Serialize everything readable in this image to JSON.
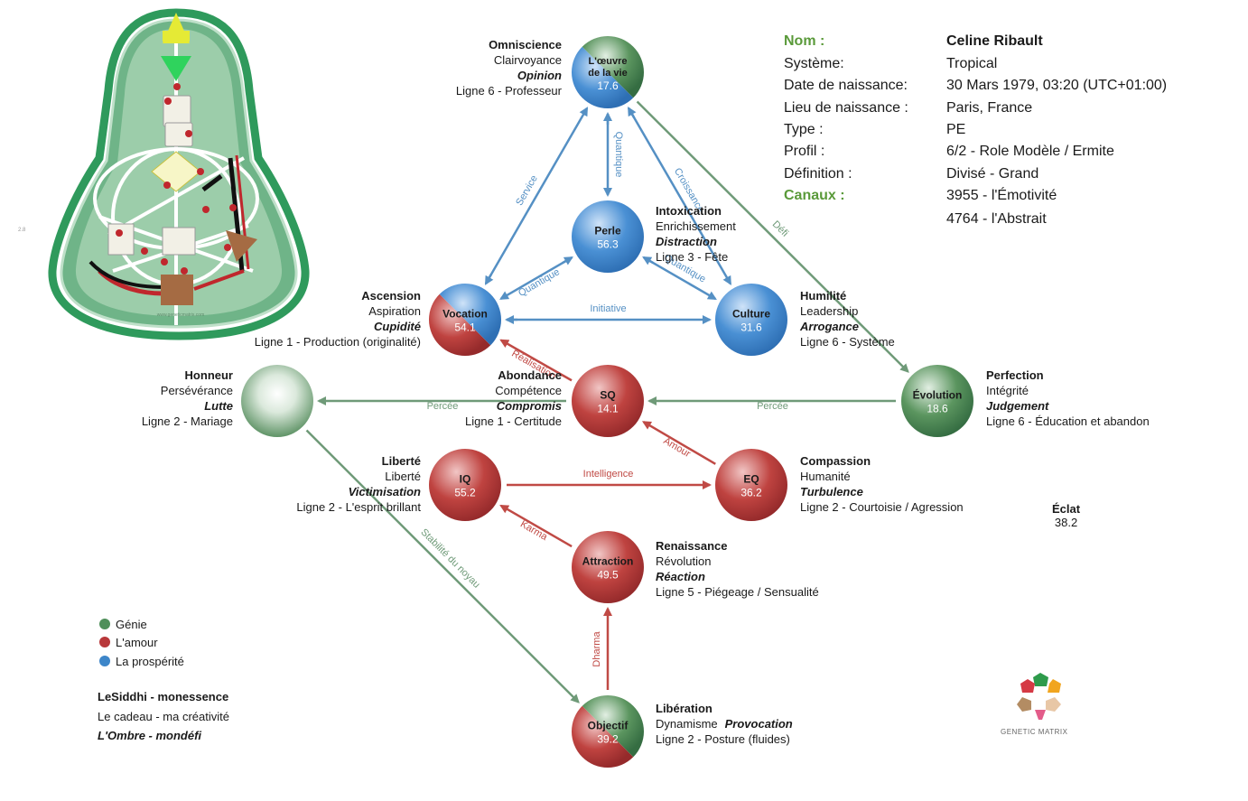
{
  "colors": {
    "genie": "#4f8f5a",
    "amour": "#b8383a",
    "prosperite": "#3d86c9",
    "arrow_blue": "#5590c4",
    "arrow_red": "#c04a45",
    "arrow_green": "#6f9a78",
    "accent_green": "#5a9a3a",
    "bodygraph_green": "#2f9a5c"
  },
  "profile": {
    "rows": [
      {
        "label": "Nom :",
        "value": "Celine Ribault",
        "label_style": "green",
        "value_style": "bold"
      },
      {
        "label": "Système:",
        "value": "Tropical"
      },
      {
        "label": "Date de naissance:",
        "value": "30 Mars 1979, 03:20 (UTC+01:00)"
      },
      {
        "label": "Lieu de naissance :",
        "value": "Paris, France"
      },
      {
        "label": "Type :",
        "value": "PE"
      },
      {
        "label": "Profil :",
        "value": "6/2 - Role Modèle / Ermite"
      },
      {
        "label": "Définition :",
        "value": "Divisé - Grand"
      },
      {
        "label": "Canaux :",
        "value": "3955 - l'Émotivité",
        "label_style": "green"
      },
      {
        "label": "",
        "value": "4764 - l'Abstrait"
      }
    ]
  },
  "nodes": [
    {
      "id": "oeuvre",
      "name": "L'œuvre de la vie",
      "lines": [
        "L'œuvre",
        "de la vie"
      ],
      "value": "17.6",
      "type": "split-bg",
      "c1": "#3d86c9",
      "c2": "#4f8f5a"
    },
    {
      "id": "perle",
      "name": "Perle",
      "lines": [
        "Perle"
      ],
      "value": "56.3",
      "type": "solid",
      "c1": "#3d86c9"
    },
    {
      "id": "vocation",
      "name": "Vocation",
      "lines": [
        "Vocation"
      ],
      "value": "54.1",
      "type": "split-rb",
      "c1": "#b8383a",
      "c2": "#3d86c9"
    },
    {
      "id": "culture",
      "name": "Culture",
      "lines": [
        "Culture"
      ],
      "value": "31.6",
      "type": "solid",
      "c1": "#3d86c9"
    },
    {
      "id": "honneur",
      "name": "",
      "lines": [],
      "value": "",
      "type": "solid",
      "c1": "#4f8f5a"
    },
    {
      "id": "sq",
      "name": "SQ",
      "lines": [
        "SQ"
      ],
      "value": "14.1",
      "type": "solid",
      "c1": "#b8383a"
    },
    {
      "id": "evolution",
      "name": "Évolution",
      "lines": [
        "Évolution"
      ],
      "value": "18.6",
      "type": "solid",
      "c1": "#4f8f5a"
    },
    {
      "id": "iq",
      "name": "IQ",
      "lines": [
        "IQ"
      ],
      "value": "55.2",
      "type": "solid",
      "c1": "#b8383a"
    },
    {
      "id": "eq",
      "name": "EQ",
      "lines": [
        "EQ"
      ],
      "value": "36.2",
      "type": "solid",
      "c1": "#b8383a"
    },
    {
      "id": "attraction",
      "name": "Attraction",
      "lines": [
        "Attraction"
      ],
      "value": "49.5",
      "type": "solid",
      "c1": "#b8383a"
    },
    {
      "id": "objectif",
      "name": "Objectif",
      "lines": [
        "Objectif"
      ],
      "value": "39.2",
      "type": "split-rg",
      "c1": "#b8383a",
      "c2": "#4f8f5a"
    }
  ],
  "arrows": [
    {
      "from": "vocation",
      "to": "oeuvre",
      "label": "Service",
      "color": "blue",
      "double": true
    },
    {
      "from": "oeuvre",
      "to": "perle",
      "label": "Quantique",
      "color": "blue",
      "double": true
    },
    {
      "from": "oeuvre",
      "to": "culture",
      "label": "Croissance",
      "color": "blue",
      "double": true
    },
    {
      "from": "oeuvre",
      "to": "evolution",
      "label": "Défi",
      "color": "green",
      "double": false
    },
    {
      "from": "perle",
      "to": "vocation",
      "label": "Quantique",
      "color": "blue",
      "double": true
    },
    {
      "from": "perle",
      "to": "culture",
      "label": "Quantique",
      "color": "blue",
      "double": true
    },
    {
      "from": "vocation",
      "to": "culture",
      "label": "Initiative",
      "color": "blue",
      "double": true
    },
    {
      "from": "sq",
      "to": "vocation",
      "label": "Réalisation",
      "color": "red",
      "double": false
    },
    {
      "from": "sq",
      "to": "honneur",
      "label": "Percée",
      "color": "green",
      "double": false
    },
    {
      "from": "evolution",
      "to": "sq",
      "label": "Percée",
      "color": "green",
      "double": false
    },
    {
      "from": "eq",
      "to": "sq",
      "label": "Amour",
      "color": "red",
      "double": false
    },
    {
      "from": "iq",
      "to": "eq",
      "label": "Intelligence",
      "color": "red",
      "double": false
    },
    {
      "from": "attraction",
      "to": "iq",
      "label": "Karma",
      "color": "red",
      "double": false
    },
    {
      "from": "objectif",
      "to": "attraction",
      "label": "Dharma",
      "color": "red",
      "double": false
    },
    {
      "from": "honneur",
      "to": "objectif",
      "label": "Stabilité du noyau",
      "color": "green",
      "double": false
    }
  ],
  "labels": {
    "oeuvre": {
      "title": "Omniscience",
      "gift": "Clairvoyance",
      "shadow": "Opinion",
      "line": "Ligne 6 - Professeur"
    },
    "perle": {
      "title": "Intoxication",
      "gift": "Enrichissement",
      "shadow": "Distraction",
      "line": "Ligne 3 - Fête"
    },
    "vocation": {
      "title": "Ascension",
      "gift": "Aspiration",
      "shadow": "Cupidité",
      "line": "Ligne 1 - Production (originalité)"
    },
    "culture": {
      "title": "Humilité",
      "gift": "Leadership",
      "shadow": "Arrogance",
      "line": "Ligne 6 - Système"
    },
    "honneur": {
      "title": "Honneur",
      "gift": "Persévérance",
      "shadow": "Lutte",
      "line": "Ligne 2 - Mariage"
    },
    "sq": {
      "title": "Abondance",
      "gift": "Compétence",
      "shadow": "Compromis",
      "line": "Ligne 1 - Certitude"
    },
    "evolution": {
      "title": "Perfection",
      "gift": "Intégrité",
      "shadow": "Judgement",
      "line": "Ligne 6 - Éducation et abandon"
    },
    "iq": {
      "title": "Liberté",
      "gift": "Liberté",
      "shadow": "Victimisation",
      "line": "Ligne 2 - L'esprit brillant"
    },
    "eq": {
      "title": "Compassion",
      "gift": "Humanité",
      "shadow": "Turbulence",
      "line": "Ligne 2 - Courtoisie / Agression"
    },
    "attraction": {
      "title": "Renaissance",
      "gift": "Révolution",
      "shadow": "Réaction",
      "line": "Ligne 5 - Piégeage / Sensualité"
    },
    "objectif": {
      "title": "Libération",
      "gift": "Dynamisme",
      "shadow": "Provocation",
      "line": "Ligne 2 - Posture (fluides)"
    }
  },
  "eclat": {
    "title": "Éclat",
    "value": "38.2"
  },
  "legend": {
    "items": [
      {
        "label": "Génie",
        "color": "#4f8f5a"
      },
      {
        "label": "L'amour",
        "color": "#b8383a"
      },
      {
        "label": "La prospérité",
        "color": "#3d86c9"
      }
    ],
    "note_siddhi": "LeSiddhi - monessence",
    "note_cadeau": "Le cadeau - ma créativité",
    "note_ombre": "L'Ombre - mondéfi"
  },
  "brand": {
    "name": "GENETIC MATRIX",
    "footer": "www.geneticmatrix.com"
  },
  "side_mark": "2.8"
}
